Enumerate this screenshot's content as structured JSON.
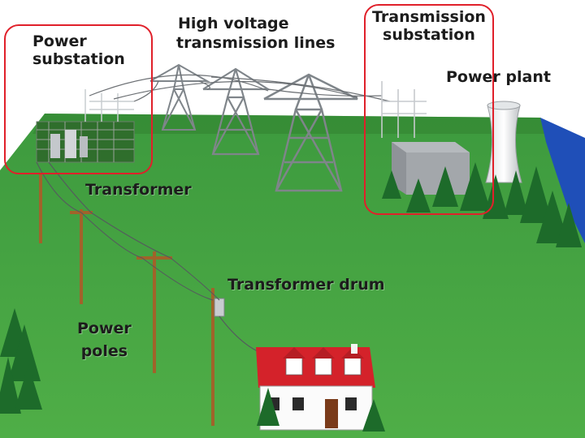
{
  "labels": {
    "power_substation": [
      "Power",
      "substation"
    ],
    "high_voltage_lines": [
      "High voltage",
      "transmission lines"
    ],
    "transmission_substation": [
      "Transmission",
      "substation"
    ],
    "power_plant": "Power plant",
    "transformer": "Transformer",
    "transformer_drum": "Transformer drum",
    "power_poles": [
      "Power",
      "poles"
    ]
  },
  "colors": {
    "ground": "#3f9a3c",
    "ground_dark": "#2f7f2e",
    "river": "#1f4fb8",
    "highlight": "#e0202a",
    "roof": "#d4222a",
    "tree": "#1d6b2a",
    "tower": "#8a8f94"
  }
}
